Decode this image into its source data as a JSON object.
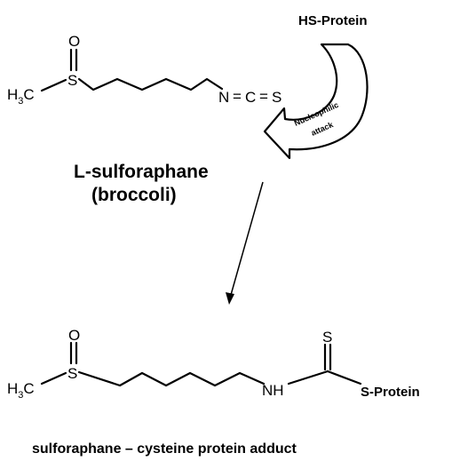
{
  "reagent": {
    "molecule": {
      "methyl": "H",
      "methyl_sub": "3",
      "methyl_c": "C",
      "sulfoxide_s": "S",
      "sulfoxide_o": "O",
      "isothiocyanate_n": "N",
      "isothiocyanate_eq1": "=",
      "isothiocyanate_c": "C",
      "isothiocyanate_eq2": "=",
      "isothiocyanate_s": "S"
    },
    "name_line1": "L-sulforaphane",
    "name_line2": "(broccoli)"
  },
  "nucleophile": {
    "label": "HS-Protein",
    "attack_line1": "Nucleophilic",
    "attack_line2": "attack"
  },
  "product": {
    "molecule": {
      "methyl": "H",
      "methyl_sub": "3",
      "methyl_c": "C",
      "sulfoxide_s": "S",
      "sulfoxide_o": "O",
      "amine": "NH",
      "thione_s": "S",
      "thioester": "S-Protein"
    },
    "name": "sulforaphane – cysteine protein adduct"
  }
}
